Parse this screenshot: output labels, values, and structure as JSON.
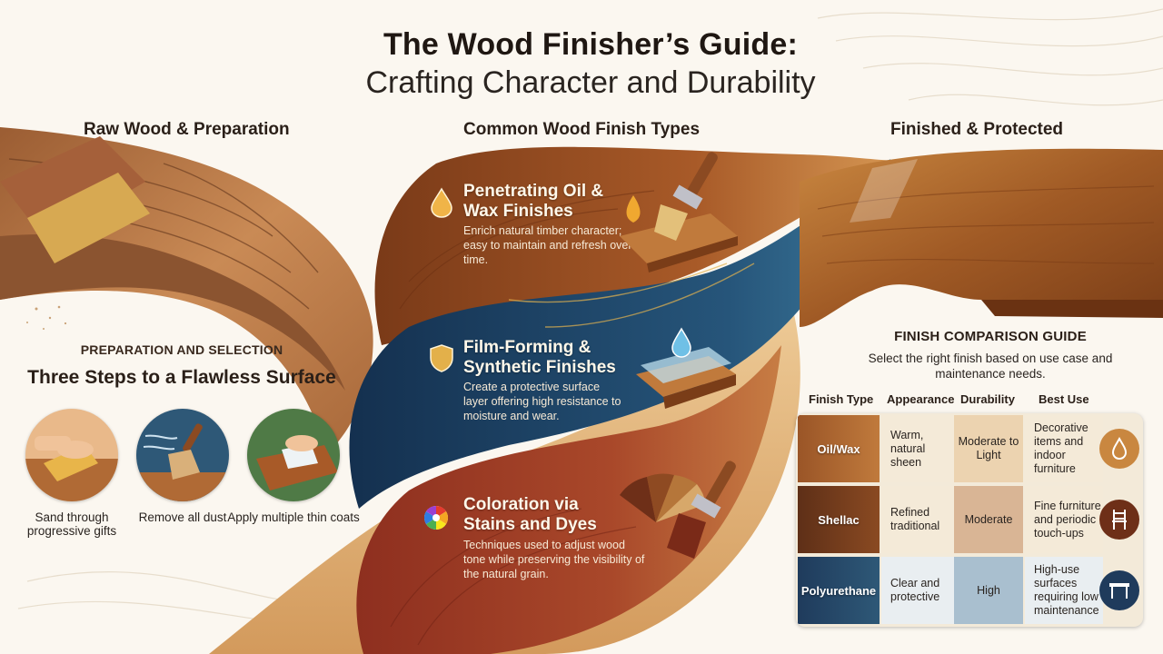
{
  "header": {
    "title": "The Wood Finisher’s Guide:",
    "subtitle": "Crafting Character and Durability"
  },
  "columns": {
    "left": "Raw Wood & Preparation",
    "center": "Common Wood Finish Types",
    "right": "Finished & Protected"
  },
  "preparation": {
    "kicker": "PREPARATION AND SELECTION",
    "title": "Three Steps to a Flawless Surface",
    "steps": [
      {
        "label": "Sand through progressive gifts",
        "icon": "hand-sanding-icon"
      },
      {
        "label": "Remove all dust",
        "icon": "brush-dusting-icon"
      },
      {
        "label": "Apply multiple thin coats",
        "icon": "cloth-applying-icon"
      }
    ]
  },
  "finish_types": [
    {
      "title": "Penetrating Oil & Wax Finishes",
      "description": "Enrich natural timber character; easy to maintain and refresh over time.",
      "icon": "oil-drop-icon"
    },
    {
      "title": "Film-Forming & Synthetic Finishes",
      "description": "Create a protective surface layer offering high resistance to moisture and wear.",
      "icon": "shield-icon"
    },
    {
      "title": "Coloration via Stains and Dyes",
      "description": "Techniques used to adjust wood tone while preserving the visibility of the natural grain.",
      "icon": "color-wheel-icon"
    }
  ],
  "comparison": {
    "heading": "FINISH COMPARISON GUIDE",
    "subheading": "Select the right finish based on use case and maintenance needs.",
    "columns": [
      "Finish Type",
      "Appearance",
      "Durability",
      "Best Use"
    ],
    "rows": [
      {
        "name": "Oil/Wax",
        "appearance": "Warm, natural sheen",
        "durability": "Moderate to Light",
        "best_use": "Decorative items and indoor furniture",
        "icon": "oil-drop-icon"
      },
      {
        "name": "Shellac",
        "appearance": "Refined traditional",
        "durability": "Moderate",
        "best_use": "Fine furniture and periodic touch-ups",
        "icon": "chair-icon"
      },
      {
        "name": "Polyurethane",
        "appearance": "Clear and protective",
        "durability": "High",
        "best_use": "High-use surfaces requiring low maintenance",
        "icon": "table-icon"
      }
    ]
  },
  "colors": {
    "wood_dark": "#8a4a22",
    "wood_light": "#d9a86c",
    "navy": "#1f3b5c",
    "stain_red": "#9a3b26",
    "cream": "#fbf7f0"
  }
}
